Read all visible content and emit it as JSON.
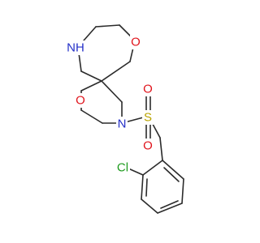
{
  "molecule": {
    "atoms": [
      {
        "id": "nh",
        "label": "NH",
        "color": "#2430c8"
      },
      {
        "id": "o_top",
        "label": "O",
        "color": "#e0141c"
      },
      {
        "id": "o_left",
        "label": "O",
        "color": "#e0141c"
      },
      {
        "id": "n_sulf",
        "label": "N",
        "color": "#2430c8"
      },
      {
        "id": "s",
        "label": "S",
        "color": "#b9a400"
      },
      {
        "id": "o_s_up",
        "label": "O",
        "color": "#e0141c"
      },
      {
        "id": "o_s_down",
        "label": "O",
        "color": "#e0141c"
      },
      {
        "id": "cl",
        "label": "Cl",
        "color": "#1f9b1f"
      }
    ],
    "bond_color": "#2b2b2b"
  }
}
